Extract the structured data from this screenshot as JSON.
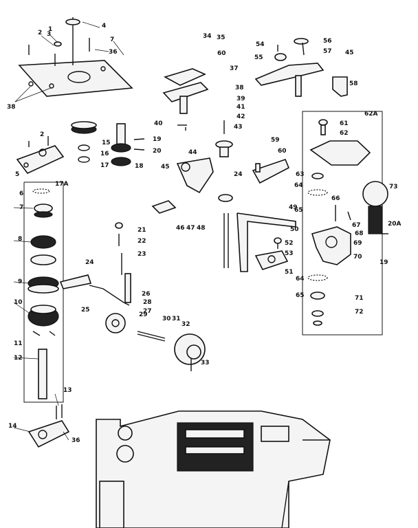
{
  "labels": [
    {
      "id": "l1",
      "text": "1"
    },
    {
      "id": "l2",
      "text": "2"
    },
    {
      "id": "l3",
      "text": "3"
    },
    {
      "id": "l4",
      "text": "4"
    },
    {
      "id": "l7",
      "text": "7"
    },
    {
      "id": "l36",
      "text": "36"
    },
    {
      "id": "l38",
      "text": "38"
    },
    {
      "id": "l2b",
      "text": "2"
    },
    {
      "id": "l5",
      "text": "5"
    },
    {
      "id": "l17a",
      "text": "17A"
    },
    {
      "id": "l6",
      "text": "6"
    },
    {
      "id": "l7b",
      "text": "7"
    },
    {
      "id": "l8",
      "text": "8"
    },
    {
      "id": "l9",
      "text": "9"
    },
    {
      "id": "l10",
      "text": "10"
    },
    {
      "id": "l11",
      "text": "11"
    },
    {
      "id": "l12",
      "text": "12"
    },
    {
      "id": "l13",
      "text": "13"
    },
    {
      "id": "l14",
      "text": "14"
    },
    {
      "id": "l36b",
      "text": "36"
    },
    {
      "id": "l15",
      "text": "15"
    },
    {
      "id": "l16",
      "text": "16"
    },
    {
      "id": "l17",
      "text": "17"
    },
    {
      "id": "l18",
      "text": "18"
    },
    {
      "id": "l19",
      "text": "19"
    },
    {
      "id": "l20",
      "text": "20"
    },
    {
      "id": "l21",
      "text": "21"
    },
    {
      "id": "l22",
      "text": "22"
    },
    {
      "id": "l23",
      "text": "23"
    },
    {
      "id": "l24",
      "text": "24"
    },
    {
      "id": "l25",
      "text": "25"
    },
    {
      "id": "l26",
      "text": "26"
    },
    {
      "id": "l27",
      "text": "27"
    },
    {
      "id": "l28",
      "text": "28"
    },
    {
      "id": "l29",
      "text": "29"
    },
    {
      "id": "l30",
      "text": "30"
    },
    {
      "id": "l31",
      "text": "31"
    },
    {
      "id": "l32",
      "text": "32"
    },
    {
      "id": "l33",
      "text": "33"
    },
    {
      "id": "l34",
      "text": "34"
    },
    {
      "id": "l35",
      "text": "35"
    },
    {
      "id": "l60",
      "text": "60"
    },
    {
      "id": "l37",
      "text": "37"
    },
    {
      "id": "l38b",
      "text": "38"
    },
    {
      "id": "l39",
      "text": "39"
    },
    {
      "id": "l40",
      "text": "40"
    },
    {
      "id": "l41",
      "text": "41"
    },
    {
      "id": "l42",
      "text": "42"
    },
    {
      "id": "l43",
      "text": "43"
    },
    {
      "id": "l44",
      "text": "44"
    },
    {
      "id": "l45",
      "text": "45"
    },
    {
      "id": "l24b",
      "text": "24"
    },
    {
      "id": "l46",
      "text": "46"
    },
    {
      "id": "l47",
      "text": "47"
    },
    {
      "id": "l48",
      "text": "48"
    },
    {
      "id": "l49",
      "text": "49"
    },
    {
      "id": "l50",
      "text": "50"
    },
    {
      "id": "l51",
      "text": "51"
    },
    {
      "id": "l52",
      "text": "52"
    },
    {
      "id": "l53",
      "text": "53"
    },
    {
      "id": "l54",
      "text": "54"
    },
    {
      "id": "l55",
      "text": "55"
    },
    {
      "id": "l56",
      "text": "56"
    },
    {
      "id": "l57",
      "text": "57"
    },
    {
      "id": "l45b",
      "text": "45"
    },
    {
      "id": "l58",
      "text": "58"
    },
    {
      "id": "l59",
      "text": "59"
    },
    {
      "id": "l60b",
      "text": "60"
    },
    {
      "id": "l61",
      "text": "61"
    },
    {
      "id": "l62",
      "text": "62"
    },
    {
      "id": "l62a",
      "text": "62A"
    },
    {
      "id": "l63",
      "text": "63"
    },
    {
      "id": "l64",
      "text": "64"
    },
    {
      "id": "l65",
      "text": "65"
    },
    {
      "id": "l66",
      "text": "66"
    },
    {
      "id": "l67",
      "text": "67"
    },
    {
      "id": "l68",
      "text": "68"
    },
    {
      "id": "l69",
      "text": "69"
    },
    {
      "id": "l70",
      "text": "70"
    },
    {
      "id": "l73",
      "text": "73"
    },
    {
      "id": "l20a",
      "text": "20A"
    },
    {
      "id": "l19b",
      "text": "19"
    },
    {
      "id": "l64b",
      "text": "64"
    },
    {
      "id": "l65b",
      "text": "65"
    },
    {
      "id": "l71",
      "text": "71"
    },
    {
      "id": "l72",
      "text": "72"
    }
  ]
}
